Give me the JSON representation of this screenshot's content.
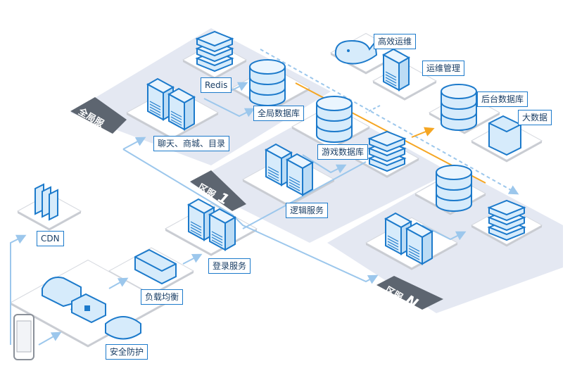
{
  "zones": {
    "global": "全局服",
    "region1": {
      "name": "区服",
      "index": "1"
    },
    "regionN": {
      "name": "区服",
      "index": "N"
    }
  },
  "labels": {
    "redis": "Redis",
    "global_db": "全局数据库",
    "chat": "聊天、商城、目录",
    "game_db": "游戏数据库",
    "logic": "逻辑服务",
    "login": "登录服务",
    "load_balance": "负载均衡",
    "security": "安全防护",
    "cdn": "CDN",
    "ops_efficient": "高效运维",
    "ops_manage": "运维管理",
    "backend_db": "后台数据库",
    "big_data": "大数据"
  },
  "colors": {
    "accent": "#1c7acb",
    "link": "#9cc7ec",
    "highlight": "#f5a623",
    "zone_bg": "#e4e8f2",
    "tag": "#5d6570"
  }
}
